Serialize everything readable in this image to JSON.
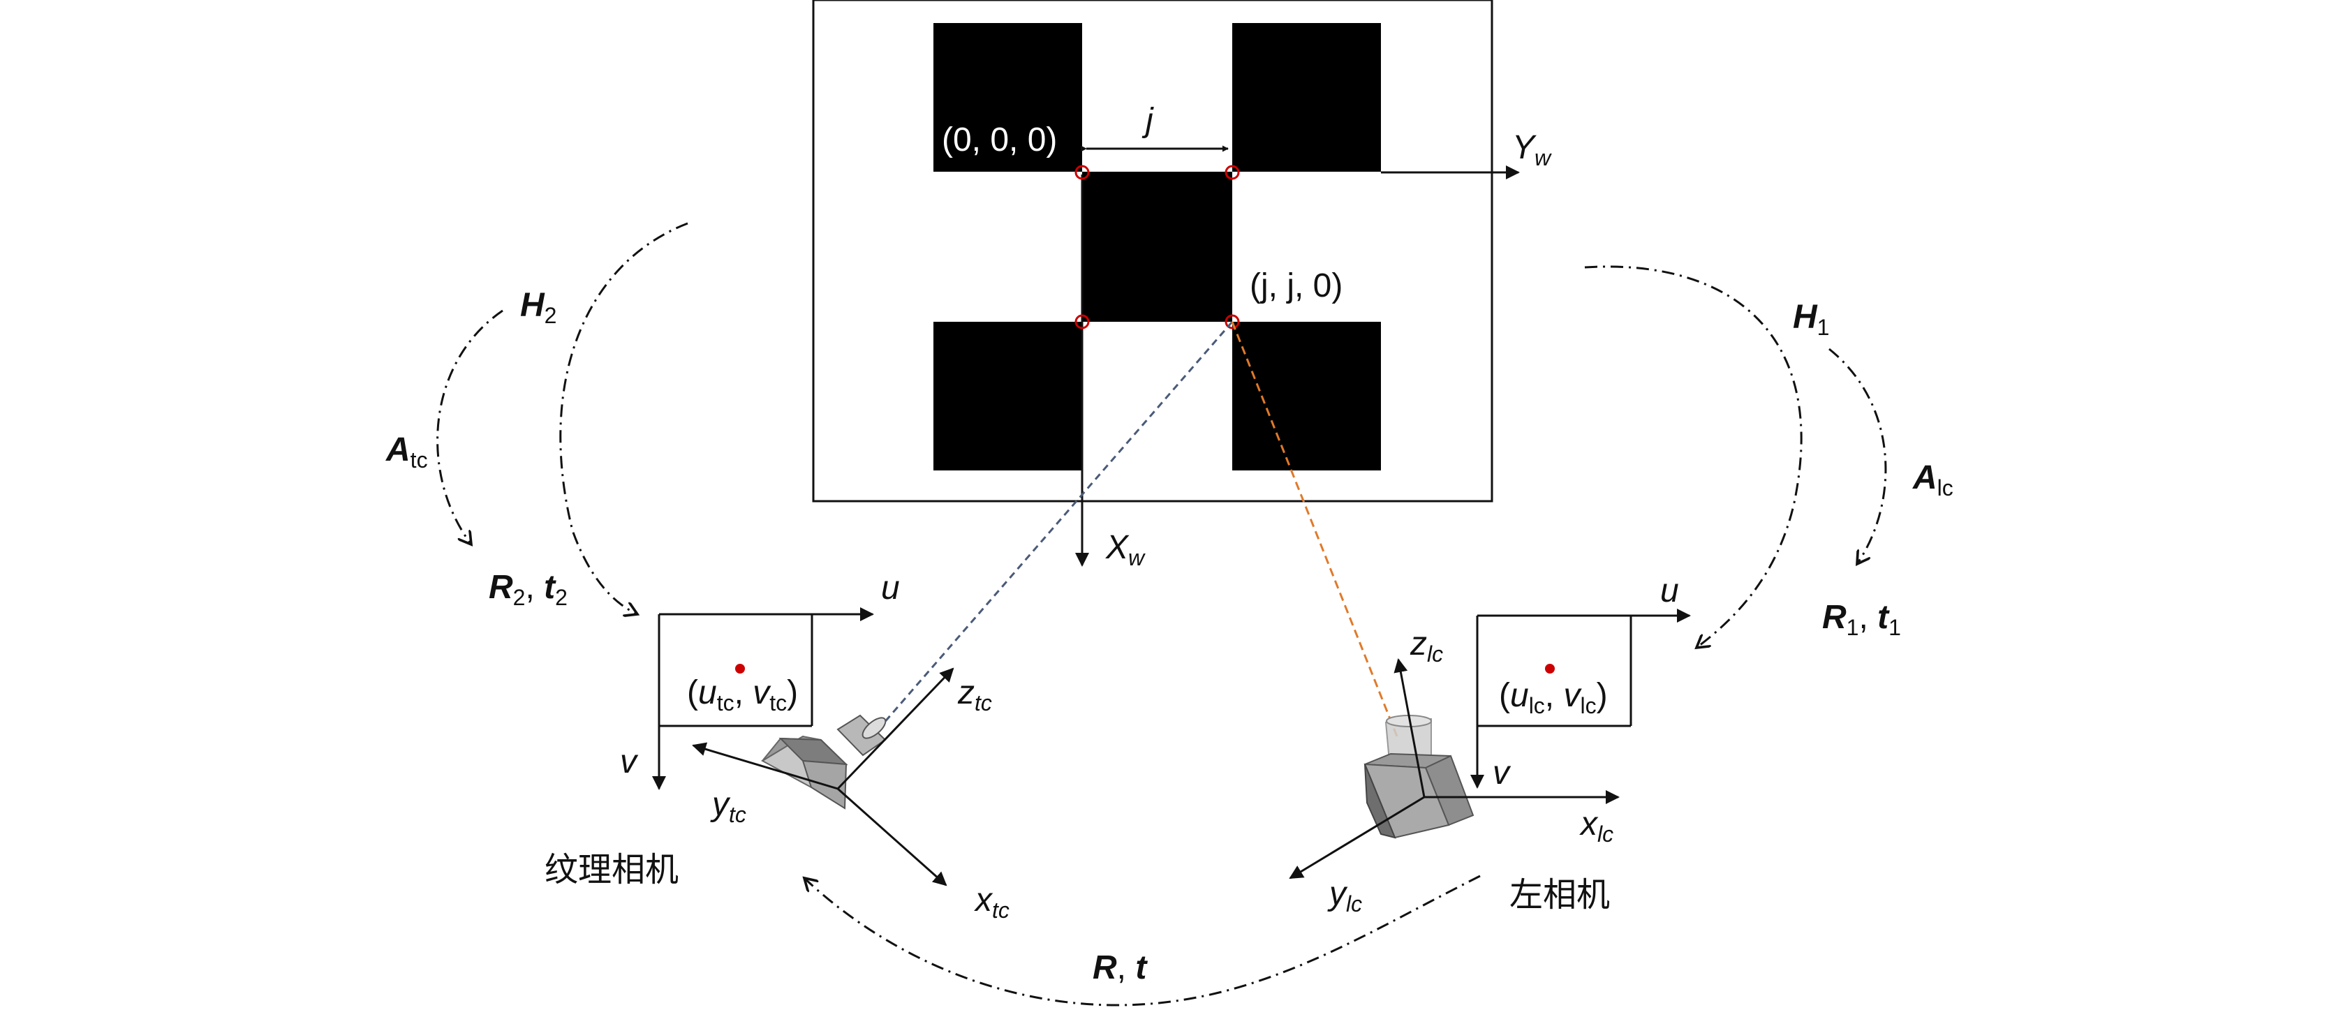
{
  "board": {
    "origin_label": "(0, 0, 0)",
    "spacing_label": "j",
    "corner_label": "(j, j, 0)",
    "axis_y": "Y",
    "axis_y_sub": "w",
    "axis_x": "X",
    "axis_x_sub": "w"
  },
  "texture_camera": {
    "name": "纹理相机",
    "image_axis_u": "u",
    "image_axis_v": "v",
    "point_u": "u",
    "point_u_sub": "tc",
    "point_v": "v",
    "point_v_sub": "tc",
    "axis_z": "z",
    "axis_z_sub": "tc",
    "axis_y": "y",
    "axis_y_sub": "tc",
    "axis_x": "x",
    "axis_x_sub": "tc"
  },
  "left_camera": {
    "name": "左相机",
    "image_axis_u": "u",
    "image_axis_v": "v",
    "point_u": "u",
    "point_u_sub": "lc",
    "point_v": "v",
    "point_v_sub": "lc",
    "axis_z": "z",
    "axis_z_sub": "lc",
    "axis_y": "y",
    "axis_y_sub": "lc",
    "axis_x": "x",
    "axis_x_sub": "lc"
  },
  "transforms": {
    "H2": "H",
    "H2_sub": "2",
    "A_tc": "A",
    "A_tc_sub": "tc",
    "R2": "R",
    "R2_sub": "2",
    "t2": "t",
    "t2_sub": "2",
    "H1": "H",
    "H1_sub": "1",
    "A_lc": "A",
    "A_lc_sub": "lc",
    "R1": "R",
    "R1_sub": "1",
    "t1": "t",
    "t1_sub": "1",
    "R": "R",
    "t": "t",
    "comma": ","
  },
  "colors": {
    "ray_texture": "#4a5a78",
    "ray_left": "#e07a2a",
    "marker": "#cc0000",
    "square": "#000000",
    "camera_body": "#8a8a8a"
  }
}
